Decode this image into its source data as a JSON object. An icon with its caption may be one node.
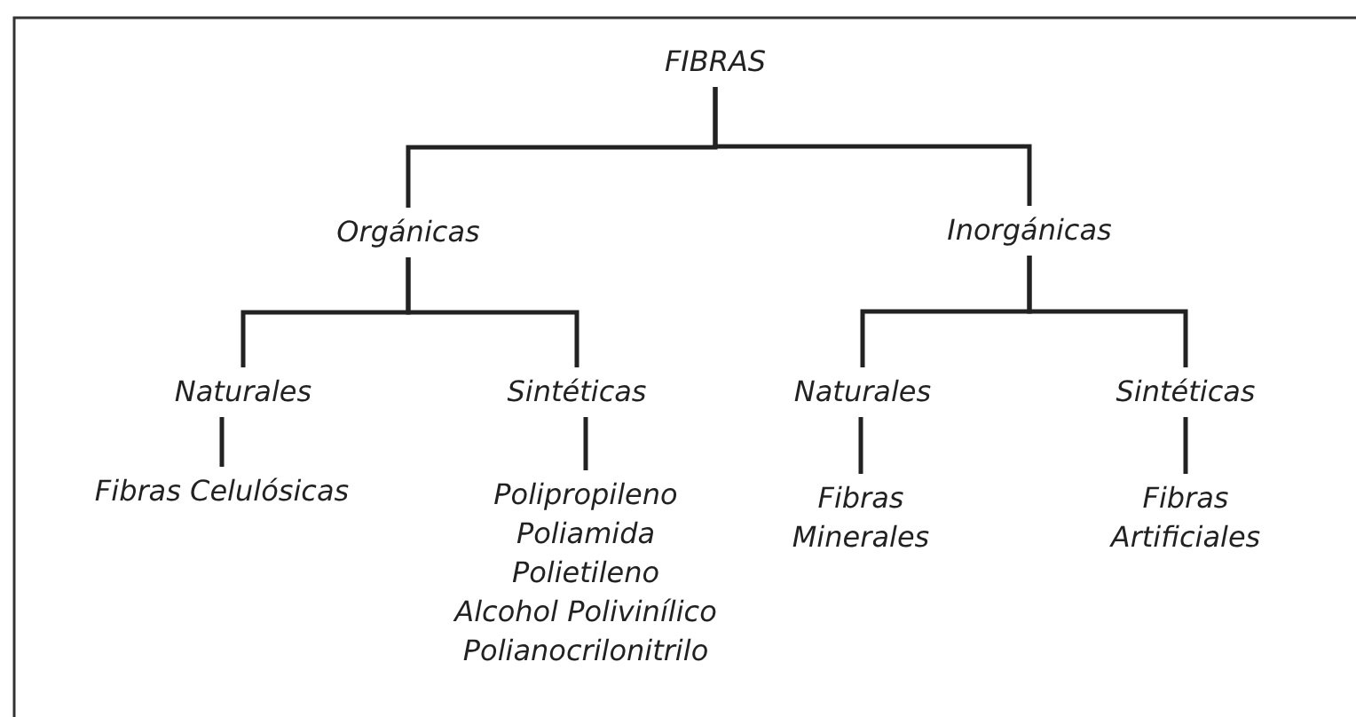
{
  "diagram": {
    "nodes": [
      {
        "text": [
          "FIBRAS"
        ]
      },
      {
        "text": [
          "Orgánicas"
        ]
      },
      {
        "text": [
          "Inorgánicas"
        ]
      },
      {
        "text": [
          "Naturales"
        ]
      },
      {
        "text": [
          "Sintéticas"
        ]
      },
      {
        "text": [
          "Naturales"
        ]
      },
      {
        "text": [
          "Sintéticas"
        ]
      },
      {
        "text": [
          "Fibras Celulósicas"
        ]
      },
      {
        "text": [
          "Polipropileno",
          "Poliamida",
          "Polietileno",
          "Alcohol Polivinílico",
          "Polianocrilonitrilo"
        ]
      },
      {
        "text": [
          "Fibras Minerales"
        ]
      },
      {
        "text": [
          "Fibras Artificiales"
        ]
      }
    ],
    "edges": [
      {
        "from": 0,
        "to": 1,
        "arrow": "none"
      },
      {
        "from": 0,
        "to": 2,
        "arrow": "none"
      },
      {
        "from": 1,
        "to": 3,
        "arrow": "none"
      },
      {
        "from": 1,
        "to": 4,
        "arrow": "none"
      },
      {
        "from": 2,
        "to": 5,
        "arrow": "none"
      },
      {
        "from": 2,
        "to": 6,
        "arrow": "none"
      },
      {
        "from": 3,
        "to": 7,
        "arrow": "none"
      },
      {
        "from": 4,
        "to": 8,
        "arrow": "none"
      },
      {
        "from": 5,
        "to": 9,
        "arrow": "none"
      },
      {
        "from": 6,
        "to": 10,
        "arrow": "none"
      }
    ]
  }
}
